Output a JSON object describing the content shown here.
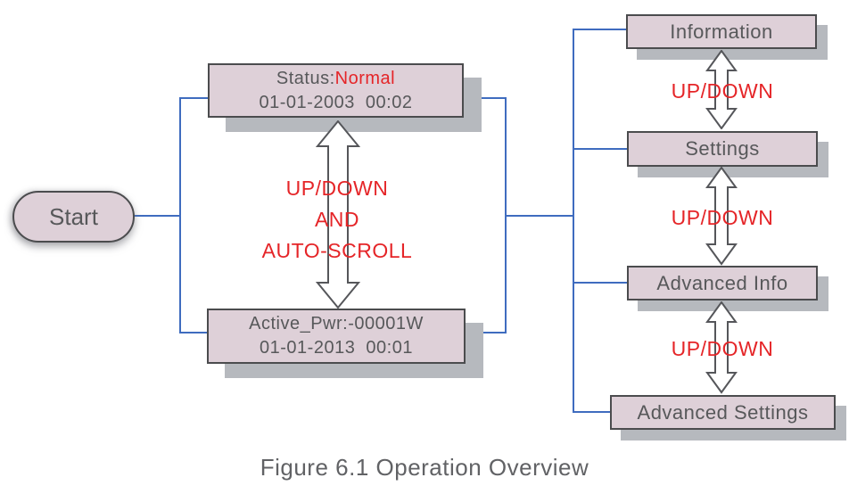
{
  "diagram": {
    "start": {
      "label": "Start"
    },
    "status_screen": {
      "line1_prefix": "Status:",
      "line1_value": "Normal",
      "line2": "01-01-2003  00:02"
    },
    "active_power_screen": {
      "line1": "Active_Pwr:-00001W",
      "line2": "01-01-2013  00:01"
    },
    "mid_label": {
      "line1": "UP/DOWN",
      "line2": "AND",
      "line3": "AUTO-SCROLL"
    },
    "menu": {
      "items": [
        "Information",
        "Settings",
        "Advanced Info",
        "Advanced Settings"
      ]
    },
    "updown_labels": [
      "UP/DOWN",
      "UP/DOWN",
      "UP/DOWN"
    ],
    "caption": "Figure 6.1 Operation Overview",
    "colors": {
      "connector_blue": "#3f6cbf",
      "highlight_red": "#e52528",
      "node_fill": "#ded0d8",
      "node_border": "#4b4c4e",
      "node_shadow": "#b6b9be",
      "text_gray": "#57585a"
    }
  }
}
